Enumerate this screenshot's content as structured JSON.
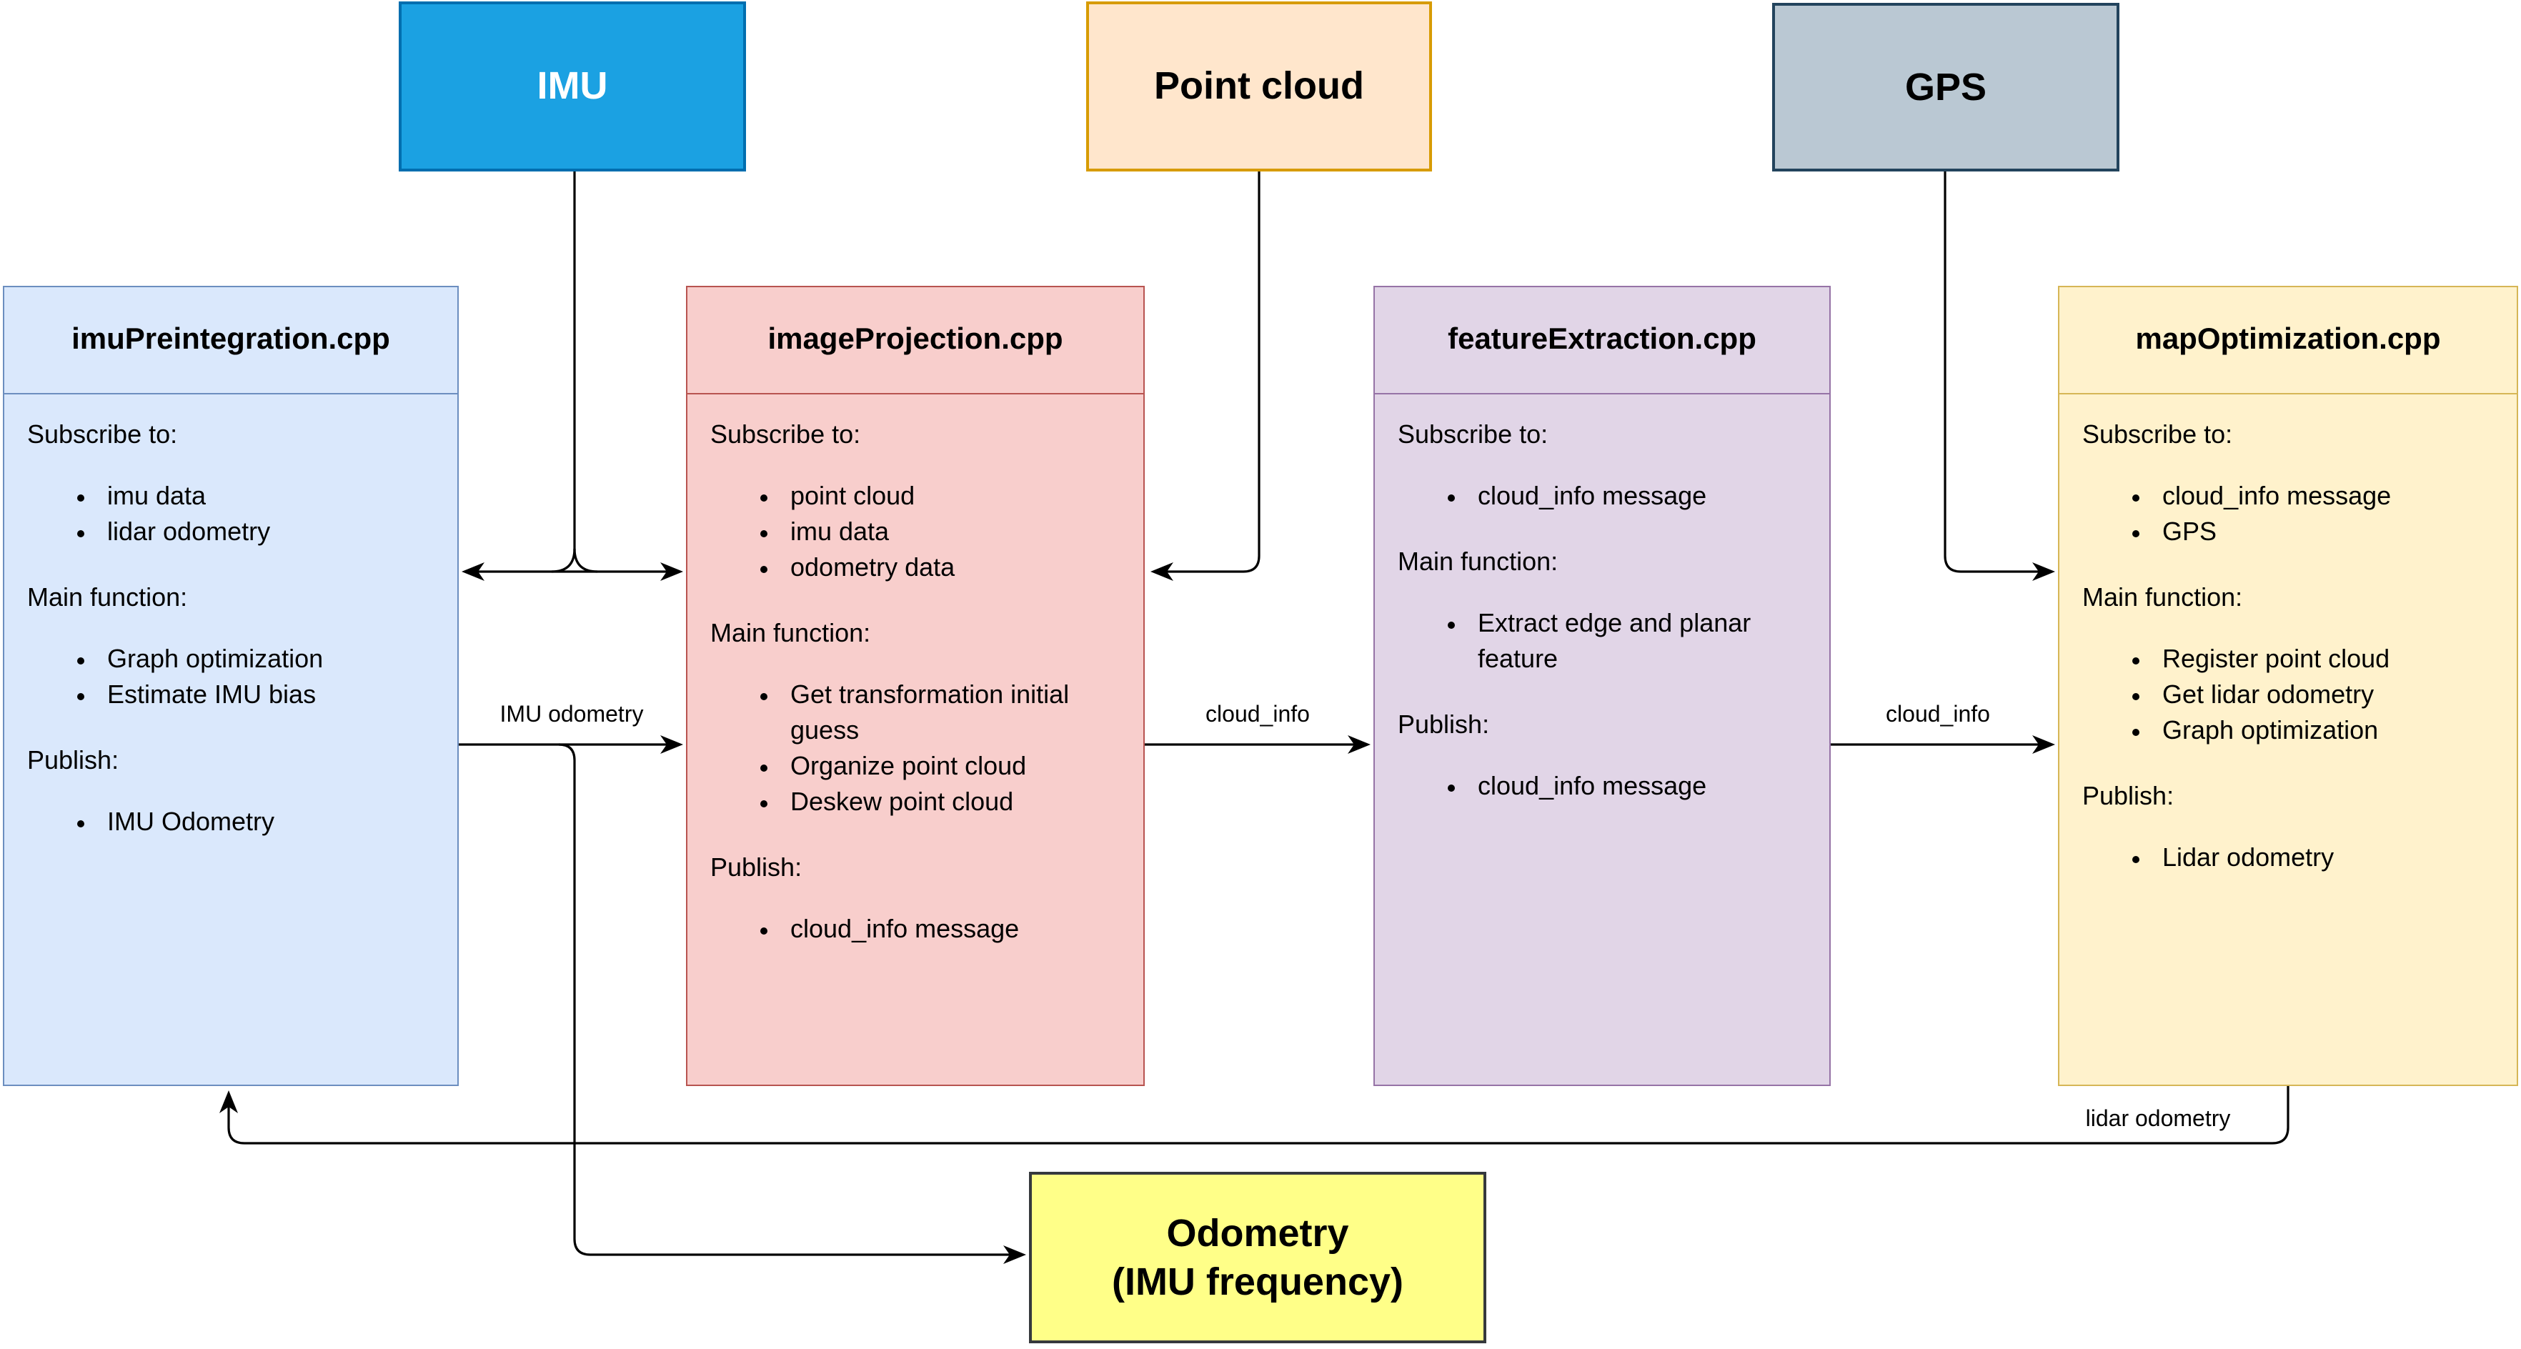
{
  "diagram": {
    "inputs": [
      {
        "id": "imu",
        "label": "IMU",
        "fill": "#1BA1E2",
        "border": "#006EAF",
        "text": "#FFFFFF"
      },
      {
        "id": "point-cloud",
        "label": "Point cloud",
        "fill": "#FFE6CC",
        "border": "#D79B00",
        "text": "#000000"
      },
      {
        "id": "gps",
        "label": "GPS",
        "fill": "#BAC8D3",
        "border": "#23445D",
        "text": "#000000"
      }
    ],
    "modules": [
      {
        "title": "imuPreintegration.cpp",
        "fill": "#DAE8FC",
        "border": "#6C8EBF",
        "sections": [
          {
            "label": "Subscribe to:",
            "items": [
              "imu data",
              "lidar odometry"
            ]
          },
          {
            "label": "Main function:",
            "items": [
              "Graph optimization",
              "Estimate IMU bias"
            ]
          },
          {
            "label": "Publish:",
            "items": [
              "IMU Odometry"
            ]
          }
        ]
      },
      {
        "title": "imageProjection.cpp",
        "fill": "#F8CECC",
        "border": "#B85450",
        "sections": [
          {
            "label": "Subscribe to:",
            "items": [
              "point cloud",
              "imu data",
              "odometry data"
            ]
          },
          {
            "label": "Main function:",
            "items": [
              "Get transformation initial guess",
              "Organize point cloud",
              "Deskew point cloud"
            ]
          },
          {
            "label": "Publish:",
            "items": [
              "cloud_info message"
            ]
          }
        ]
      },
      {
        "title": "featureExtraction.cpp",
        "fill": "#E1D5E7",
        "border": "#9673A6",
        "sections": [
          {
            "label": "Subscribe to:",
            "items": [
              "cloud_info message"
            ]
          },
          {
            "label": "Main function:",
            "items": [
              "Extract edge and planar feature"
            ]
          },
          {
            "label": "Publish:",
            "items": [
              "cloud_info message"
            ]
          }
        ]
      },
      {
        "title": "mapOptimization.cpp",
        "fill": "#FFF2CC",
        "border": "#D6B656",
        "sections": [
          {
            "label": "Subscribe to:",
            "items": [
              "cloud_info message",
              "GPS"
            ]
          },
          {
            "label": "Main function:",
            "items": [
              "Register point cloud",
              "Get lidar odometry",
              "Graph optimization"
            ]
          },
          {
            "label": "Publish:",
            "items": [
              "Lidar odometry"
            ]
          }
        ]
      }
    ],
    "output": {
      "label_line1": "Odometry",
      "label_line2": "(IMU frequency)",
      "fill": "#FFFF88",
      "border": "#36393D",
      "text": "#000000"
    },
    "edge_labels": {
      "imu_odometry": "IMU odometry",
      "cloud_info_1": "cloud_info",
      "cloud_info_2": "cloud_info",
      "lidar_odometry": "lidar odometry"
    },
    "edges": [
      {
        "from": "IMU",
        "to": "imuPreintegration.cpp",
        "bidirectional_with": "imageProjection.cpp",
        "label": ""
      },
      {
        "from": "Point cloud",
        "to": "imageProjection.cpp",
        "label": ""
      },
      {
        "from": "GPS",
        "to": "mapOptimization.cpp",
        "label": ""
      },
      {
        "from": "imuPreintegration.cpp",
        "to": "imageProjection.cpp",
        "label": "IMU odometry"
      },
      {
        "from": "imuPreintegration.cpp",
        "to": "Odometry (IMU frequency)",
        "label": "IMU odometry"
      },
      {
        "from": "imageProjection.cpp",
        "to": "featureExtraction.cpp",
        "label": "cloud_info"
      },
      {
        "from": "featureExtraction.cpp",
        "to": "mapOptimization.cpp",
        "label": "cloud_info"
      },
      {
        "from": "mapOptimization.cpp",
        "to": "imuPreintegration.cpp",
        "label": "lidar odometry"
      }
    ],
    "wire_color": "#000000",
    "background": "#FFFFFF"
  }
}
